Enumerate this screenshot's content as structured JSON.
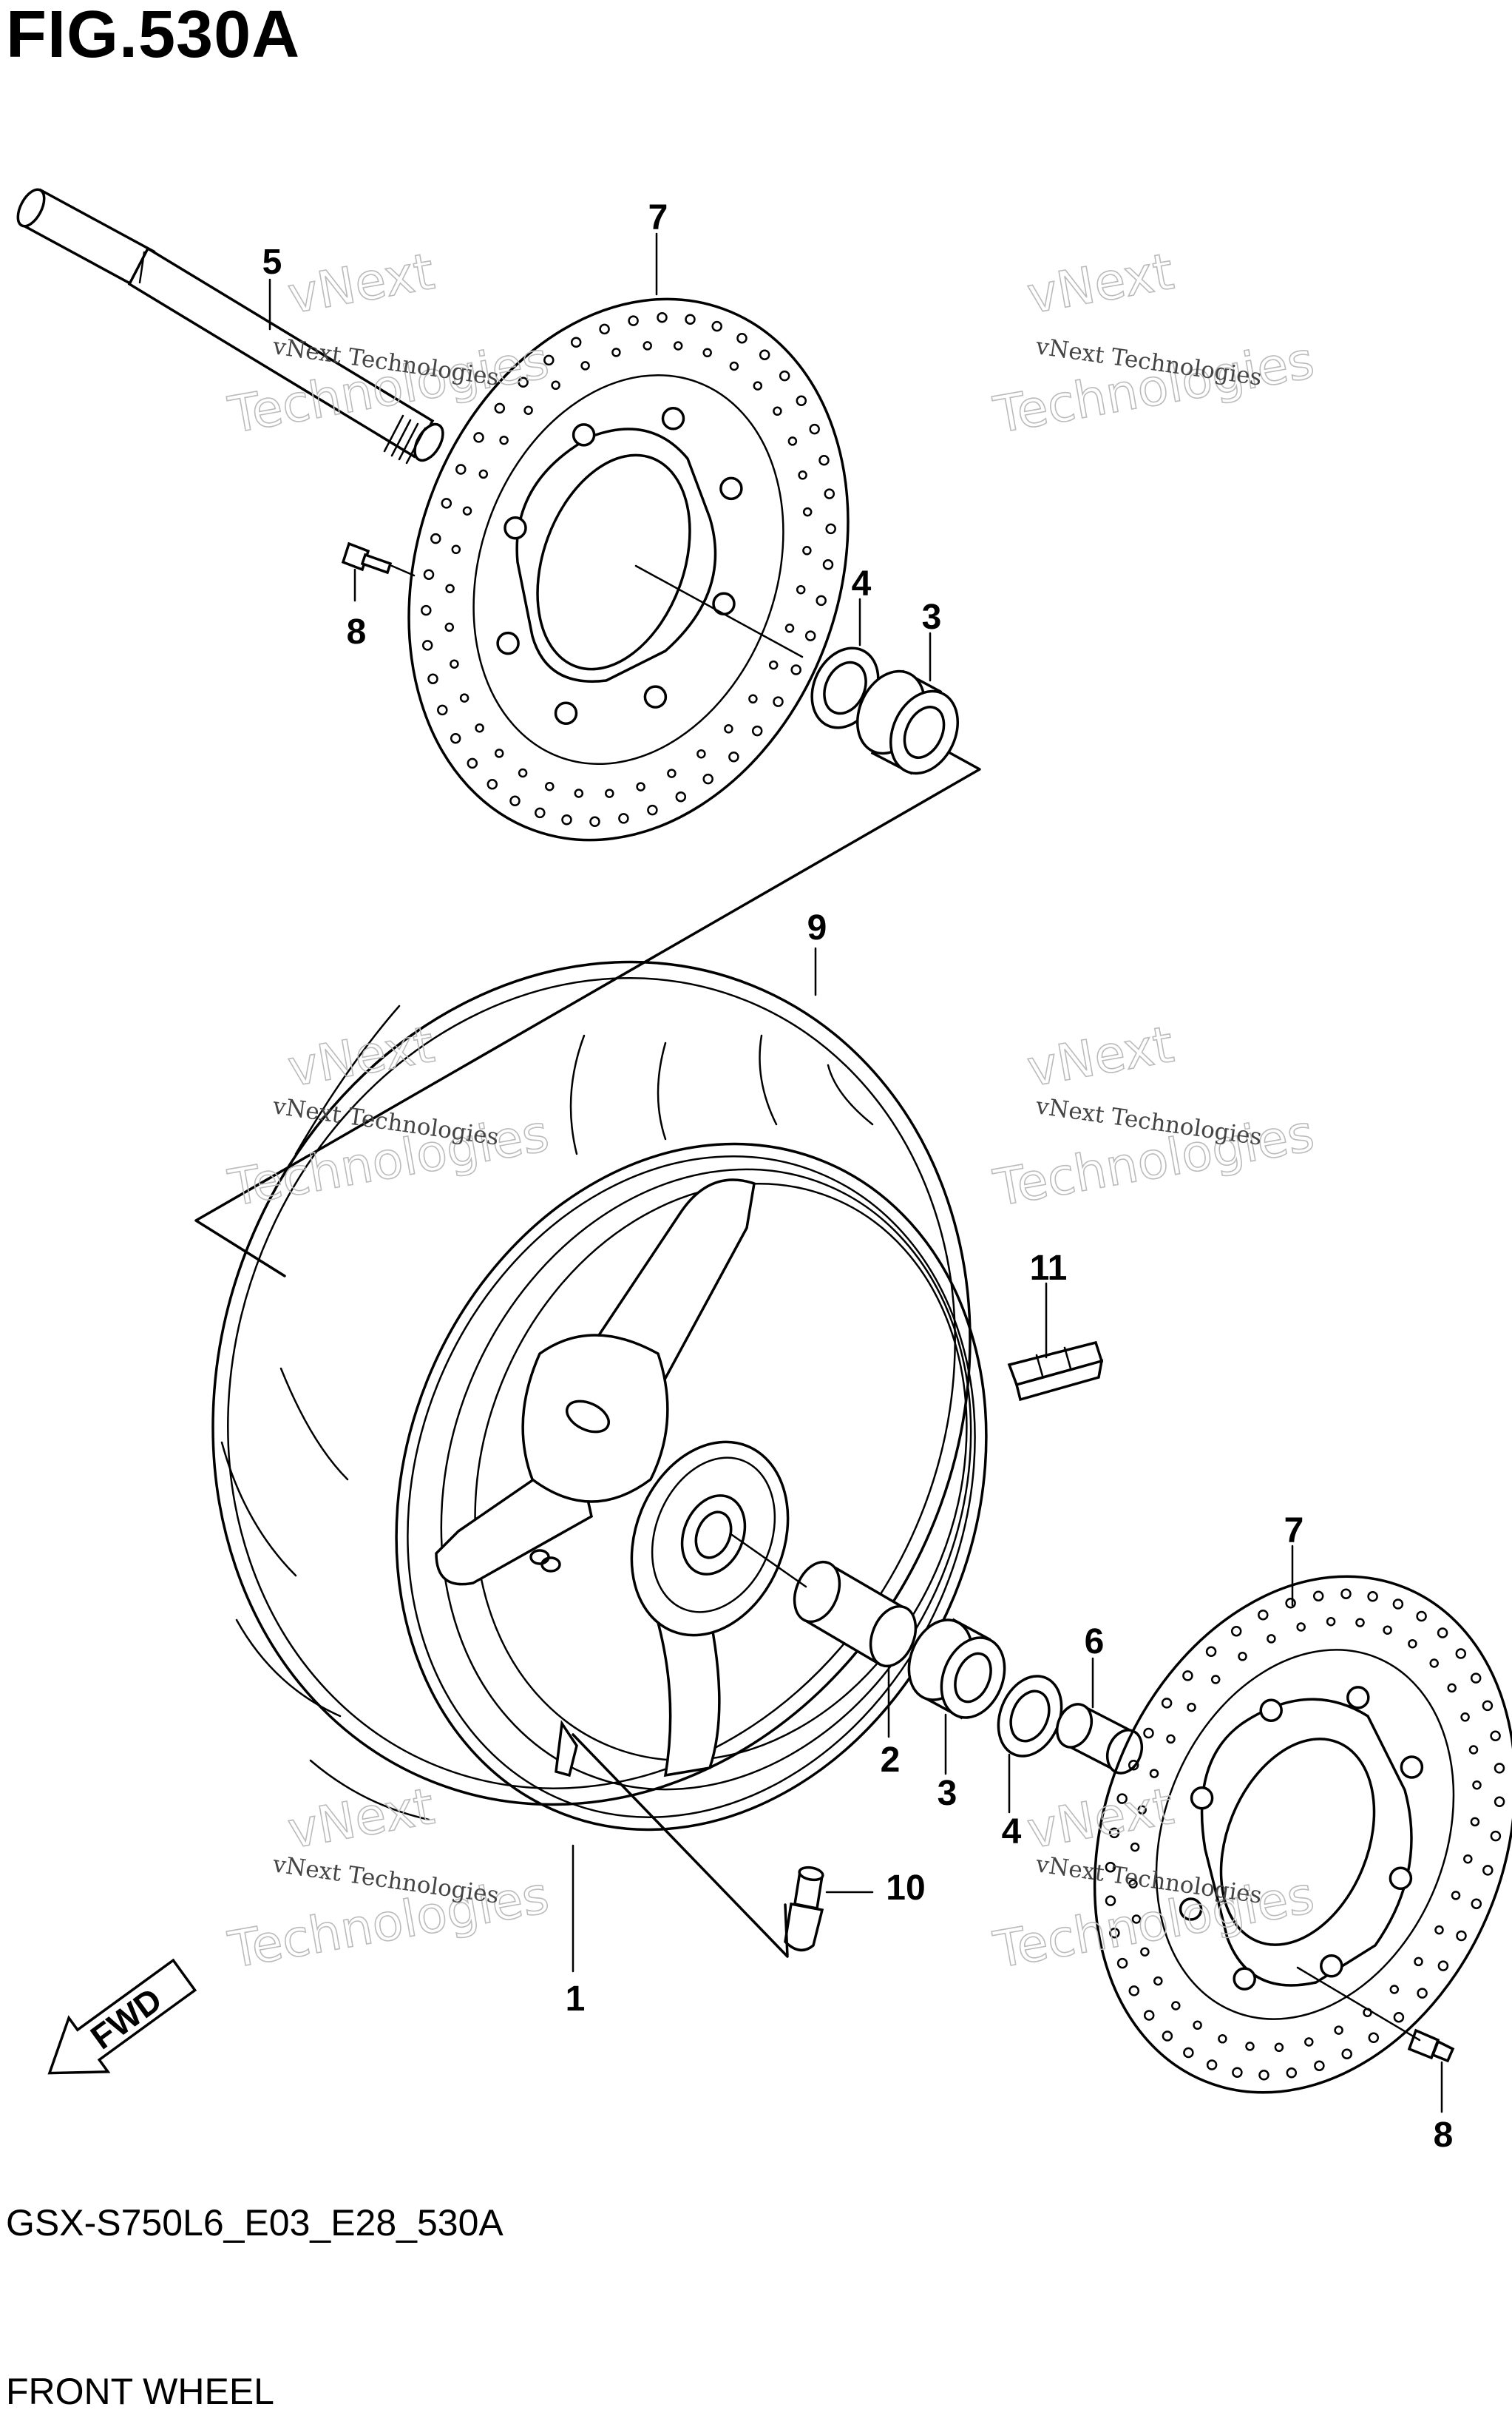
{
  "figure": {
    "title": "FIG.530A",
    "code": "GSX-S750L6_E03_E28_530A",
    "name": "FRONT WHEEL"
  },
  "callouts": [
    {
      "id": "c5",
      "label": "5"
    },
    {
      "id": "c7a",
      "label": "7"
    },
    {
      "id": "c8a",
      "label": "8"
    },
    {
      "id": "c4a",
      "label": "4"
    },
    {
      "id": "c3a",
      "label": "3"
    },
    {
      "id": "c9",
      "label": "9"
    },
    {
      "id": "c11",
      "label": "11"
    },
    {
      "id": "c7b",
      "label": "7"
    },
    {
      "id": "c6",
      "label": "6"
    },
    {
      "id": "c2",
      "label": "2"
    },
    {
      "id": "c3b",
      "label": "3"
    },
    {
      "id": "c4b",
      "label": "4"
    },
    {
      "id": "c10",
      "label": "10"
    },
    {
      "id": "c1",
      "label": "1"
    },
    {
      "id": "c8b",
      "label": "8"
    }
  ],
  "direction_marker": {
    "label": "FWD"
  },
  "watermark": {
    "line1": "vNext Technologies",
    "line2a": "vNext",
    "line2b": "Technologies"
  }
}
